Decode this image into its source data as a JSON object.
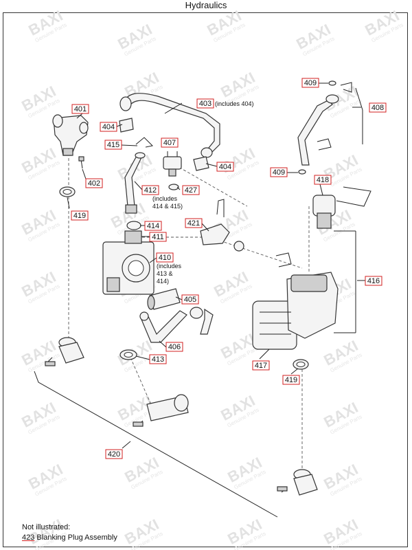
{
  "title": "Hydraulics",
  "watermark": {
    "brand": "BAXI",
    "sub": "Genuine Parts"
  },
  "callouts": {
    "401": "401",
    "402": "402",
    "403": "403",
    "404": "404",
    "405": "405",
    "406": "406",
    "407": "407",
    "408": "408",
    "409": "409",
    "410": "410",
    "411": "411",
    "412": "412",
    "413": "413",
    "414": "414",
    "415": "415",
    "416": "416",
    "417": "417",
    "418": "418",
    "419": "419",
    "420": "420",
    "421": "421",
    "427": "427"
  },
  "notes": {
    "403": "(includes 404)",
    "410": [
      "(includes",
      "413 &",
      "414)"
    ],
    "412": [
      "(includes",
      "414 & 415)"
    ]
  },
  "footer": {
    "heading": "Not illustrated:",
    "items": [
      {
        "number": "423",
        "description": "Blanking Plug Assembly"
      }
    ]
  },
  "colors": {
    "callout_border": "#d21f1f",
    "frame": "#333333",
    "watermark": "#e2e2e2"
  }
}
